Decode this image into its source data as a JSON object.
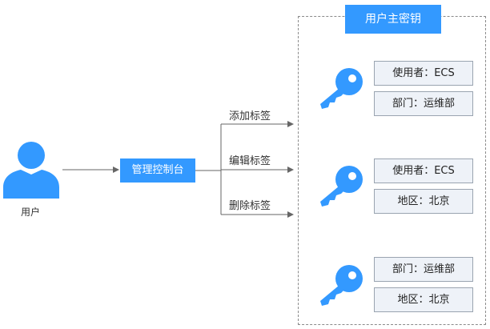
{
  "user": {
    "label": "用户",
    "icon": "user-silhouette-icon",
    "color": "#3399ff"
  },
  "console": {
    "label": "管理控制台",
    "color": "#3399ff"
  },
  "operations": [
    {
      "label": "添加标签"
    },
    {
      "label": "编辑标签"
    },
    {
      "label": "删除标签"
    }
  ],
  "region": {
    "title": "用户主密钥"
  },
  "keys": [
    {
      "icon": "key-icon",
      "tags": [
        "使用者：ECS",
        "部门：运维部"
      ]
    },
    {
      "icon": "key-icon",
      "tags": [
        "使用者：ECS",
        "地区：北京"
      ]
    },
    {
      "icon": "key-icon",
      "tags": [
        "部门：运维部",
        "地区：北京"
      ]
    }
  ]
}
